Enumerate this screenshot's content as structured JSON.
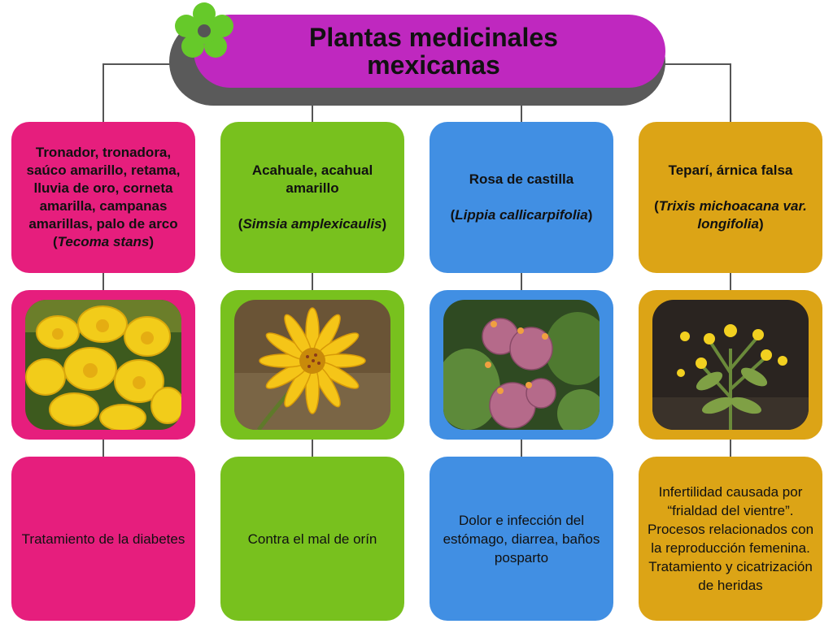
{
  "title": "Plantas medicinales mexicanas",
  "colors": {
    "title_bg": "#bf28bf",
    "title_shadow": "#5a5a5a",
    "pink": "#e61e7d",
    "green": "#78c11e",
    "blue": "#418fe3",
    "gold": "#dca416",
    "icon_flower": "#66c92a"
  },
  "plants": [
    {
      "common_names": "Tronador, tronadora, saúco amarillo, retama, lluvia de oro, corneta amarilla, campanas amarillas, palo de arco",
      "scientific_name": "Tecoma stans",
      "photo_icon": "yellow-trumpet-flowers-photo",
      "use": "Tratamiento de la diabetes"
    },
    {
      "common_names": "Acahuale, acahual amarillo",
      "scientific_name": "Simsia amplexicaulis",
      "photo_icon": "yellow-daisy-flower-photo",
      "use": "Contra el mal de orín"
    },
    {
      "common_names": "Rosa de castilla",
      "scientific_name": "Lippia callicarpifolia",
      "photo_icon": "pink-flower-cluster-photo",
      "use": "Dolor e infección del estómago, diarrea, baños posparto"
    },
    {
      "common_names": "Teparí, árnica falsa",
      "scientific_name": "Trixis michoacana var. longifolia",
      "photo_icon": "yellow-small-flowers-plant-photo",
      "use": "Infertilidad causada por “frialdad del vientre”. Procesos relacionados con la reproducción femenina. Tratamiento y cicatrización de heridas"
    }
  ]
}
